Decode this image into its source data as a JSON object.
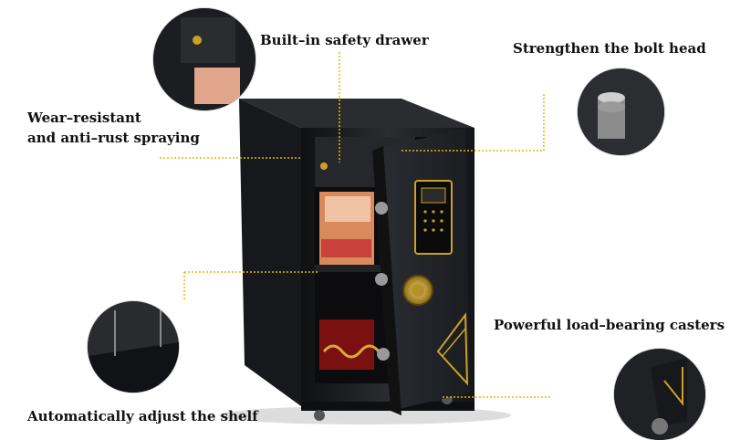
{
  "callouts": {
    "drawer": "Built–in safety drawer",
    "bolt": "Strengthen the bolt head",
    "spray_line1": "Wear–resistant",
    "spray_line2": "and anti–rust spraying",
    "casters": "Powerful load–bearing casters",
    "shelf": "Automatically adjust the shelf"
  },
  "colors": {
    "leader": "#e6b800",
    "safe_body": "#1c1d20",
    "gold": "#c9a227"
  },
  "icons": [
    "safe-illustration",
    "drawer-detail-photo",
    "bolt-detail-photo",
    "shelf-detail-photo",
    "caster-detail-photo"
  ]
}
